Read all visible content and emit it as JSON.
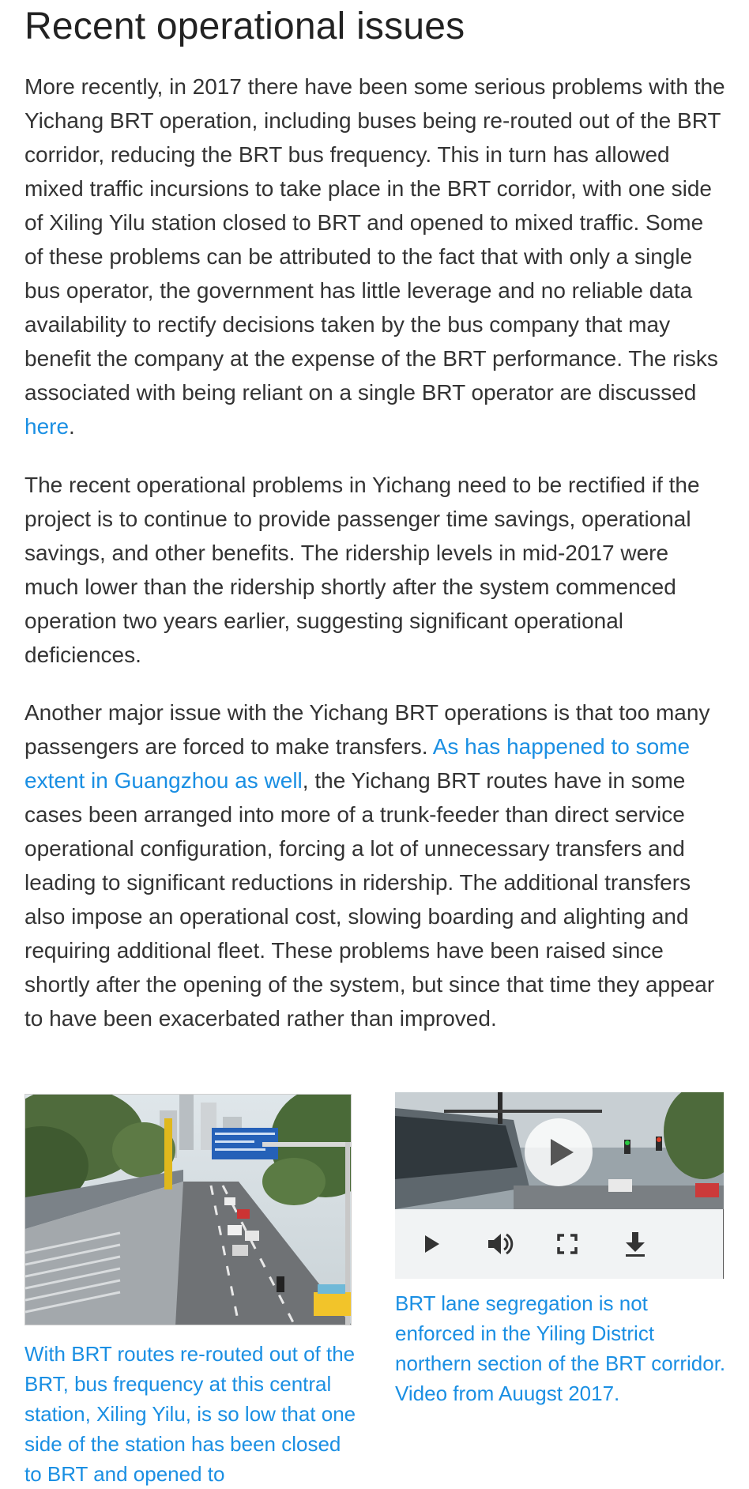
{
  "section_title": "Recent operational issues",
  "paragraph1": {
    "text": "More recently, in 2017 there have been some serious problems with the Yichang BRT operation, including buses being re-routed out of the BRT corridor, reducing the BRT bus frequency. This in turn has allowed mixed traffic incursions to take place in the BRT corridor, with one side of Xiling Yilu station closed to BRT and opened to mixed traffic. Some of these problems can be attributed to the fact that with only a single bus operator, the government has little leverage and no reliable data availability to rectify decisions taken by the bus company that may benefit the company at the expense of the BRT performance. The risks associated with being reliant on a single BRT operator are discussed ",
    "link": "here",
    "end": "."
  },
  "paragraph2": {
    "text": "The recent operational problems in Yichang need to be rectified if the project is to continue to provide passenger time savings, operational savings, and other benefits. The ridership levels in mid-2017 were much lower than the ridership shortly after the system commenced operation two years earlier, suggesting significant operational deficiences."
  },
  "paragraph3": {
    "text_before": "Another major issue with the Yichang BRT operations is that too many passengers are forced to make transfers. ",
    "link": "As has happened to some extent in Guangzhou as well",
    "text_after": ", the Yichang BRT routes have in some cases been arranged into more of a trunk-feeder than direct service operational configuration, forcing a lot of unnecessary transfers and leading to significant reductions in ridership. The additional transfers also impose an operational cost, slowing boarding and alighting and requiring additional fleet. These problems have been raised since shortly after the opening of the system, but since that time they appear to have been exacerbated rather than improved."
  },
  "photo_caption": "With BRT routes re-routed out of the BRT, bus frequency at this central station, Xiling Yilu, is so low that one side of the station has been closed to BRT and opened to",
  "video_caption": "BRT lane segregation is not enforced in the Yiling District northern section of the BRT corridor. Video from Auugst 2017.",
  "video_controls": {
    "play_icon": "play-icon",
    "volume_icon": "volume-icon",
    "fullscreen_icon": "fullscreen-icon",
    "download_icon": "download-icon"
  },
  "colors": {
    "link": "#1a8fe3",
    "text": "#333333",
    "heading": "#222222",
    "video_controls_bg": "#f1f3f4"
  }
}
